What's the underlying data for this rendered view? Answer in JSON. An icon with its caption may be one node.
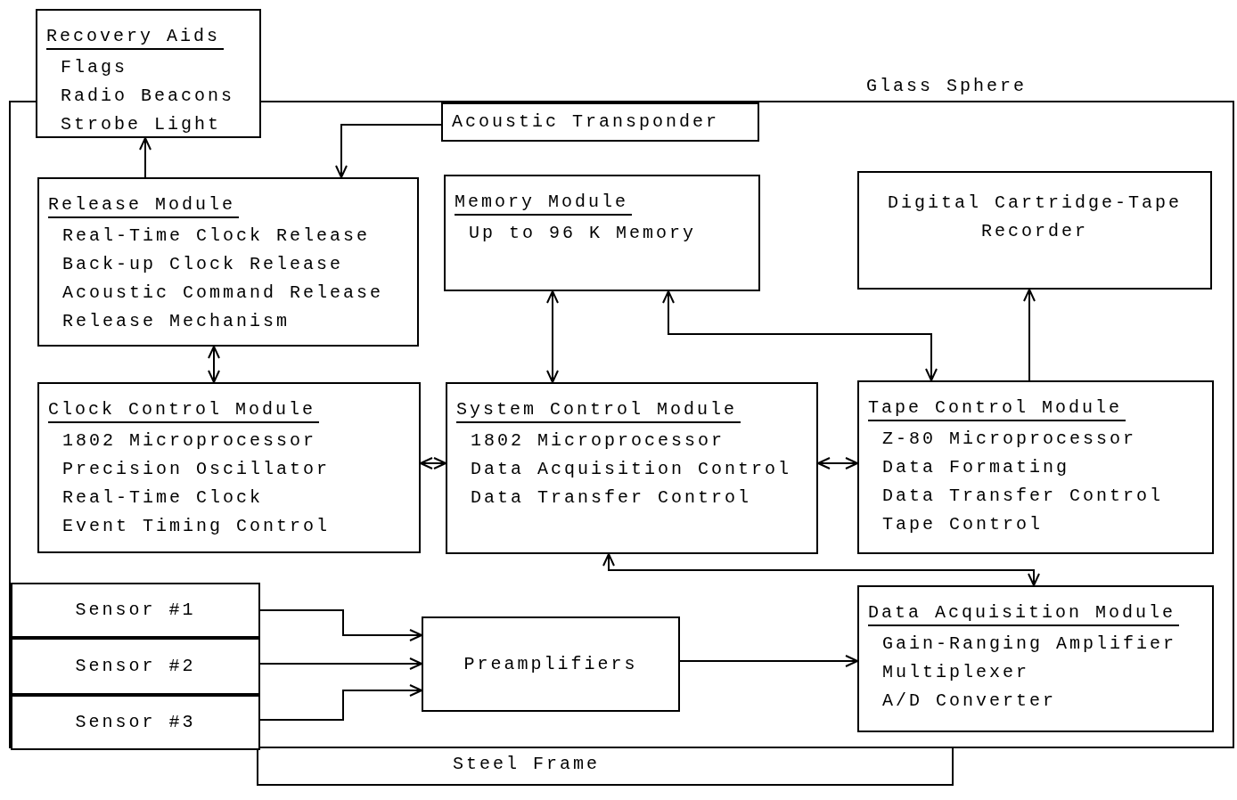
{
  "diagram": {
    "nodes": [
      {
        "text": [
          "Glass Sphere"
        ]
      },
      {
        "text": [
          "Recovery Aids",
          "Flags",
          "Radio Beacons",
          "Strobe Light"
        ]
      },
      {
        "text": [
          "Acoustic Transponder"
        ],
        "in": 0
      },
      {
        "text": [
          "Release Module",
          "Real-Time Clock Release",
          "Back-up Clock Release",
          "Acoustic Command Release",
          "Release Mechanism"
        ],
        "in": 0
      },
      {
        "text": [
          "Memory Module",
          "Up to 96 K Memory"
        ],
        "in": 0
      },
      {
        "text": [
          "Digital Cartridge-Tape Recorder"
        ],
        "in": 0
      },
      {
        "text": [
          "Clock Control Module",
          "1802 Microprocessor",
          "Precision Oscillator",
          "Real-Time Clock",
          "Event Timing Control"
        ],
        "in": 0
      },
      {
        "text": [
          "System Control Module",
          "1802 Microprocessor",
          "Data Acquisition Control",
          "Data Transfer Control"
        ],
        "in": 0
      },
      {
        "text": [
          "Tape Control Module",
          "Z-80 Microprocessor",
          "Data Formating",
          "Data Transfer Control",
          "Tape Control"
        ],
        "in": 0
      },
      {
        "text": [
          "Data Acquisition Module",
          "Gain-Ranging Amplifier",
          "Multiplexer",
          "A/D Converter"
        ],
        "in": 0
      },
      {
        "text": [
          "Sensor #1"
        ],
        "in": 0
      },
      {
        "text": [
          "Sensor #2"
        ],
        "in": 0
      },
      {
        "text": [
          "Sensor #3"
        ],
        "in": 0
      },
      {
        "text": [
          "Preamplifiers"
        ],
        "in": 0
      },
      {
        "text": [
          "Steel Frame"
        ]
      }
    ],
    "edges": [
      {
        "from": 3,
        "to": 1,
        "arrow": "to"
      },
      {
        "from": 2,
        "to": 3,
        "arrow": "to"
      },
      {
        "from": 3,
        "to": 6,
        "arrow": "both"
      },
      {
        "from": 4,
        "to": 7,
        "arrow": "both"
      },
      {
        "from": 4,
        "to": 8,
        "arrow": "both"
      },
      {
        "from": 8,
        "to": 5,
        "arrow": "to"
      },
      {
        "from": 6,
        "to": 7,
        "arrow": "both"
      },
      {
        "from": 7,
        "to": 8,
        "arrow": "both"
      },
      {
        "from": 7,
        "to": 9,
        "arrow": "both"
      },
      {
        "from": 10,
        "to": 13,
        "arrow": "to"
      },
      {
        "from": 11,
        "to": 13,
        "arrow": "to"
      },
      {
        "from": 12,
        "to": 13,
        "arrow": "to"
      },
      {
        "from": 13,
        "to": 9,
        "arrow": "to"
      }
    ]
  }
}
